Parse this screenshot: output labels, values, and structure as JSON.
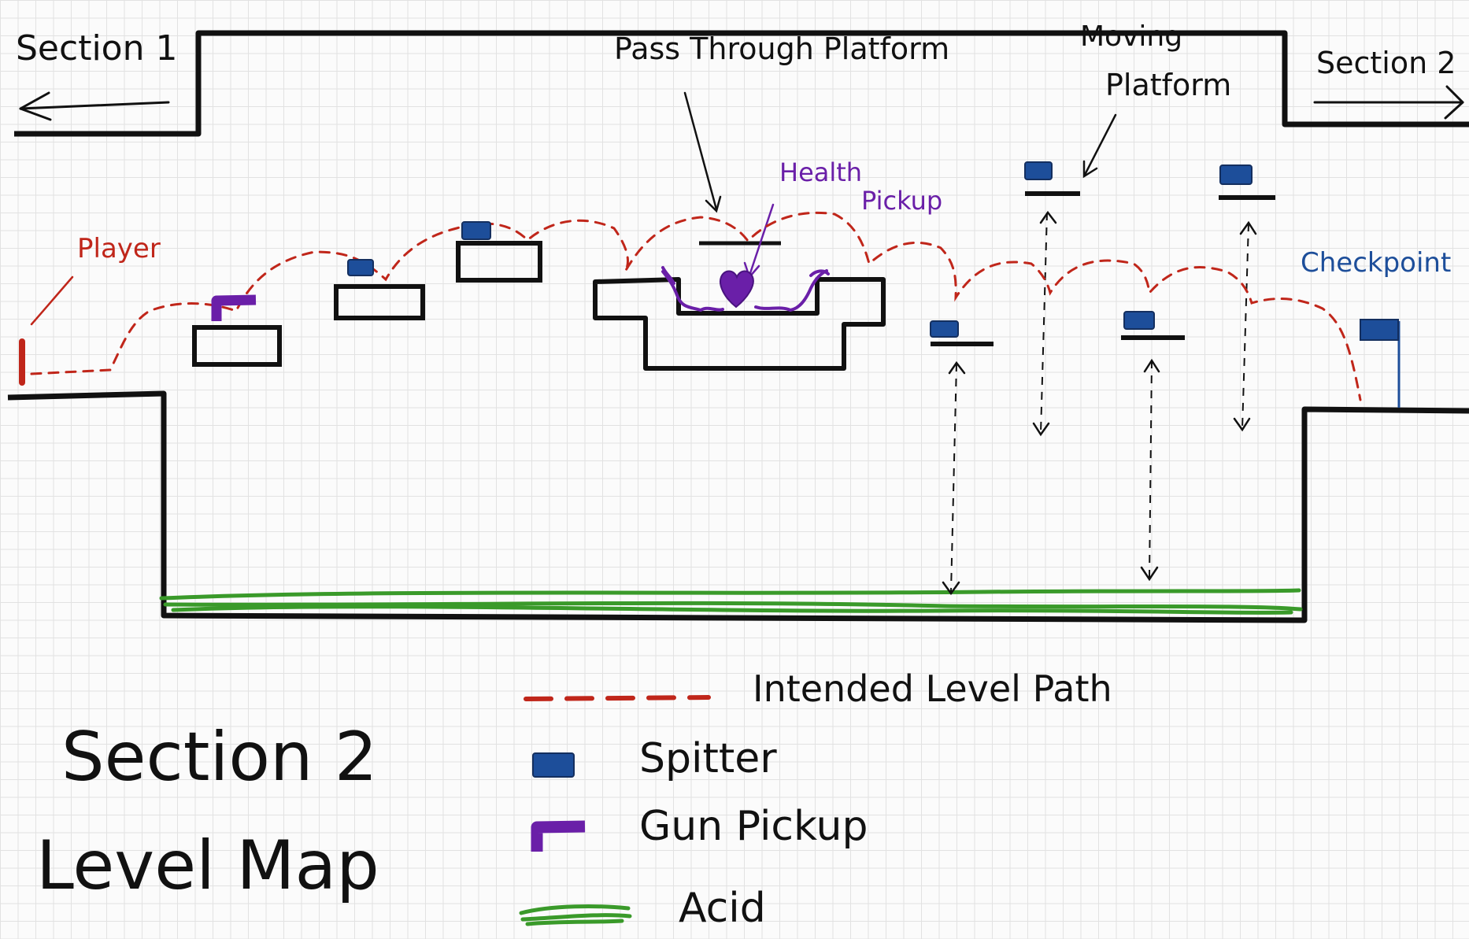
{
  "labels": {
    "section1": "Section 1",
    "section2_exit": "Section 2",
    "pass_through": "Pass Through Platform",
    "moving_line1": "Moving",
    "moving_line2": "Platform",
    "health_line1": "Health",
    "health_line2": "Pickup",
    "player": "Player",
    "checkpoint": "Checkpoint"
  },
  "legend": [
    {
      "key": "path",
      "label": "Intended Level Path",
      "color": "#c0261a"
    },
    {
      "key": "spitter",
      "label": "Spitter",
      "color": "#1d4e9a"
    },
    {
      "key": "gun",
      "label": "Gun Pickup",
      "color": "#6a1fa8"
    },
    {
      "key": "acid",
      "label": "Acid",
      "color": "#3a9a2a"
    }
  ],
  "title": {
    "line1": "Section 2",
    "line2": "Level Map"
  },
  "colors": {
    "wall": "#111111",
    "path": "#c0261a",
    "spitter": "#1d4e9a",
    "gun": "#6a1fa8",
    "health": "#6a1fa8",
    "acid": "#3a9a2a",
    "checkpoint": "#1d4e9a"
  }
}
